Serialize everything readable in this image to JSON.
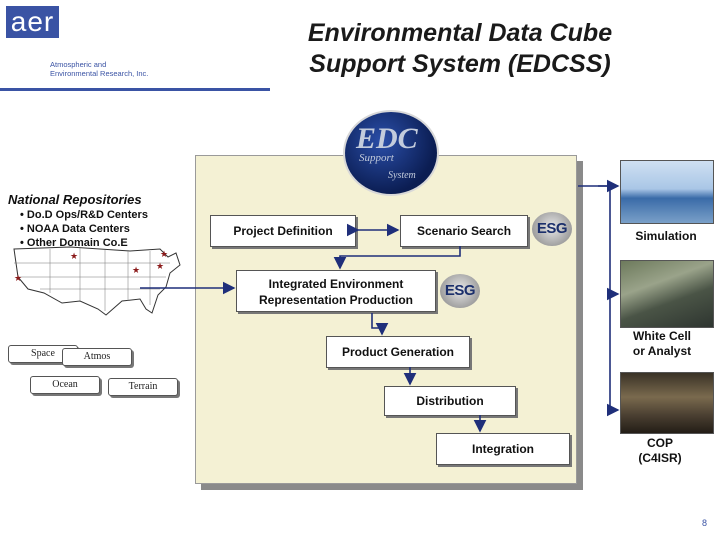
{
  "header": {
    "logo_text": "aer",
    "logo_subtitle_1": "Atmospheric and",
    "logo_subtitle_2": "Environmental Research, Inc.",
    "title_line1": "Environmental Data Cube",
    "title_line2": "Support System (EDCSS)"
  },
  "edc_logo": {
    "big": "EDC",
    "line1": "Support",
    "line2": "System"
  },
  "repositories": {
    "heading": "National Repositories",
    "items": [
      "Do.D Ops/R&D Centers",
      "NOAA Data Centers",
      "Other Domain Co.E"
    ],
    "stores": [
      "Space",
      "Atmos",
      "Ocean",
      "Terrain"
    ]
  },
  "process": {
    "project_definition": "Project Definition",
    "scenario_search": "Scenario Search",
    "integrated_line1": "Integrated Environment",
    "integrated_line2": "Representation Production",
    "product_generation": "Product Generation",
    "distribution": "Distribution",
    "integration": "Integration",
    "esg_label": "ESG"
  },
  "outputs": {
    "simulation": "Simulation",
    "white_cell_line1": "White Cell",
    "white_cell_line2": "or Analyst",
    "cop_line1": "COP",
    "cop_line2": "(C4ISR)"
  },
  "page_number": "8",
  "colors": {
    "brand_blue": "#3a53a4",
    "panel": "#f4f1d4",
    "arrow_blue": "#1f2f7a"
  }
}
